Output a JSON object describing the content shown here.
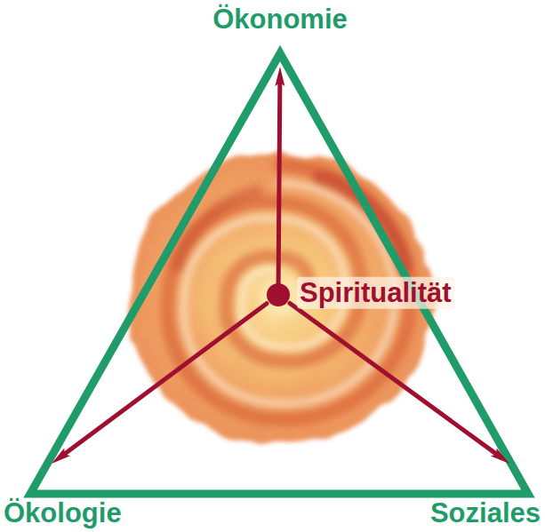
{
  "diagram": {
    "nodes": [
      {
        "text": [
          "Ökonomie"
        ]
      },
      {
        "text": [
          "Spiritualität"
        ]
      },
      {
        "text": [
          "Ökologie"
        ]
      },
      {
        "text": [
          "Soziales"
        ]
      }
    ],
    "edges": [
      {
        "from": 1,
        "to": 0,
        "arrow": "to"
      },
      {
        "from": 1,
        "to": 2,
        "arrow": "to"
      },
      {
        "from": 1,
        "to": 3,
        "arrow": "to"
      }
    ]
  }
}
